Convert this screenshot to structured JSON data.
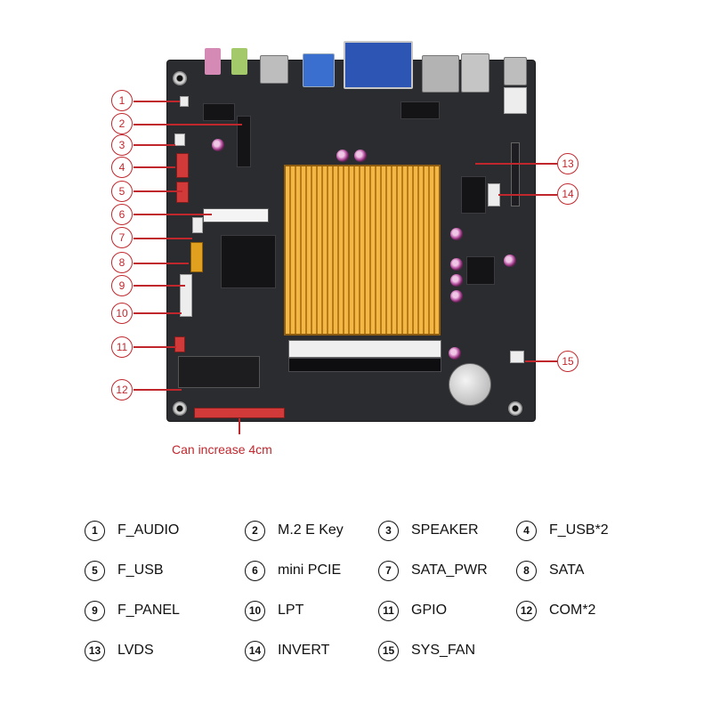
{
  "callouts": [
    "1",
    "2",
    "3",
    "4",
    "5",
    "6",
    "7",
    "8",
    "9",
    "10",
    "11",
    "12",
    "13",
    "14",
    "15"
  ],
  "note": "Can increase 4cm",
  "legend": [
    {
      "num": "1",
      "label": "F_AUDIO"
    },
    {
      "num": "2",
      "label": "M.2 E Key"
    },
    {
      "num": "3",
      "label": "SPEAKER"
    },
    {
      "num": "4",
      "label": "F_USB*2"
    },
    {
      "num": "5",
      "label": "F_USB"
    },
    {
      "num": "6",
      "label": "mini PCIE"
    },
    {
      "num": "7",
      "label": "SATA_PWR"
    },
    {
      "num": "8",
      "label": "SATA"
    },
    {
      "num": "9",
      "label": "F_PANEL"
    },
    {
      "num": "10",
      "label": "LPT"
    },
    {
      "num": "11",
      "label": "GPIO"
    },
    {
      "num": "12",
      "label": "COM*2"
    },
    {
      "num": "13",
      "label": "LVDS"
    },
    {
      "num": "14",
      "label": "INVERT"
    },
    {
      "num": "15",
      "label": "SYS_FAN"
    }
  ],
  "colors": {
    "accent": "#c0272d",
    "heatsink": "#e9a83a",
    "pcb": "#2b2c30"
  }
}
